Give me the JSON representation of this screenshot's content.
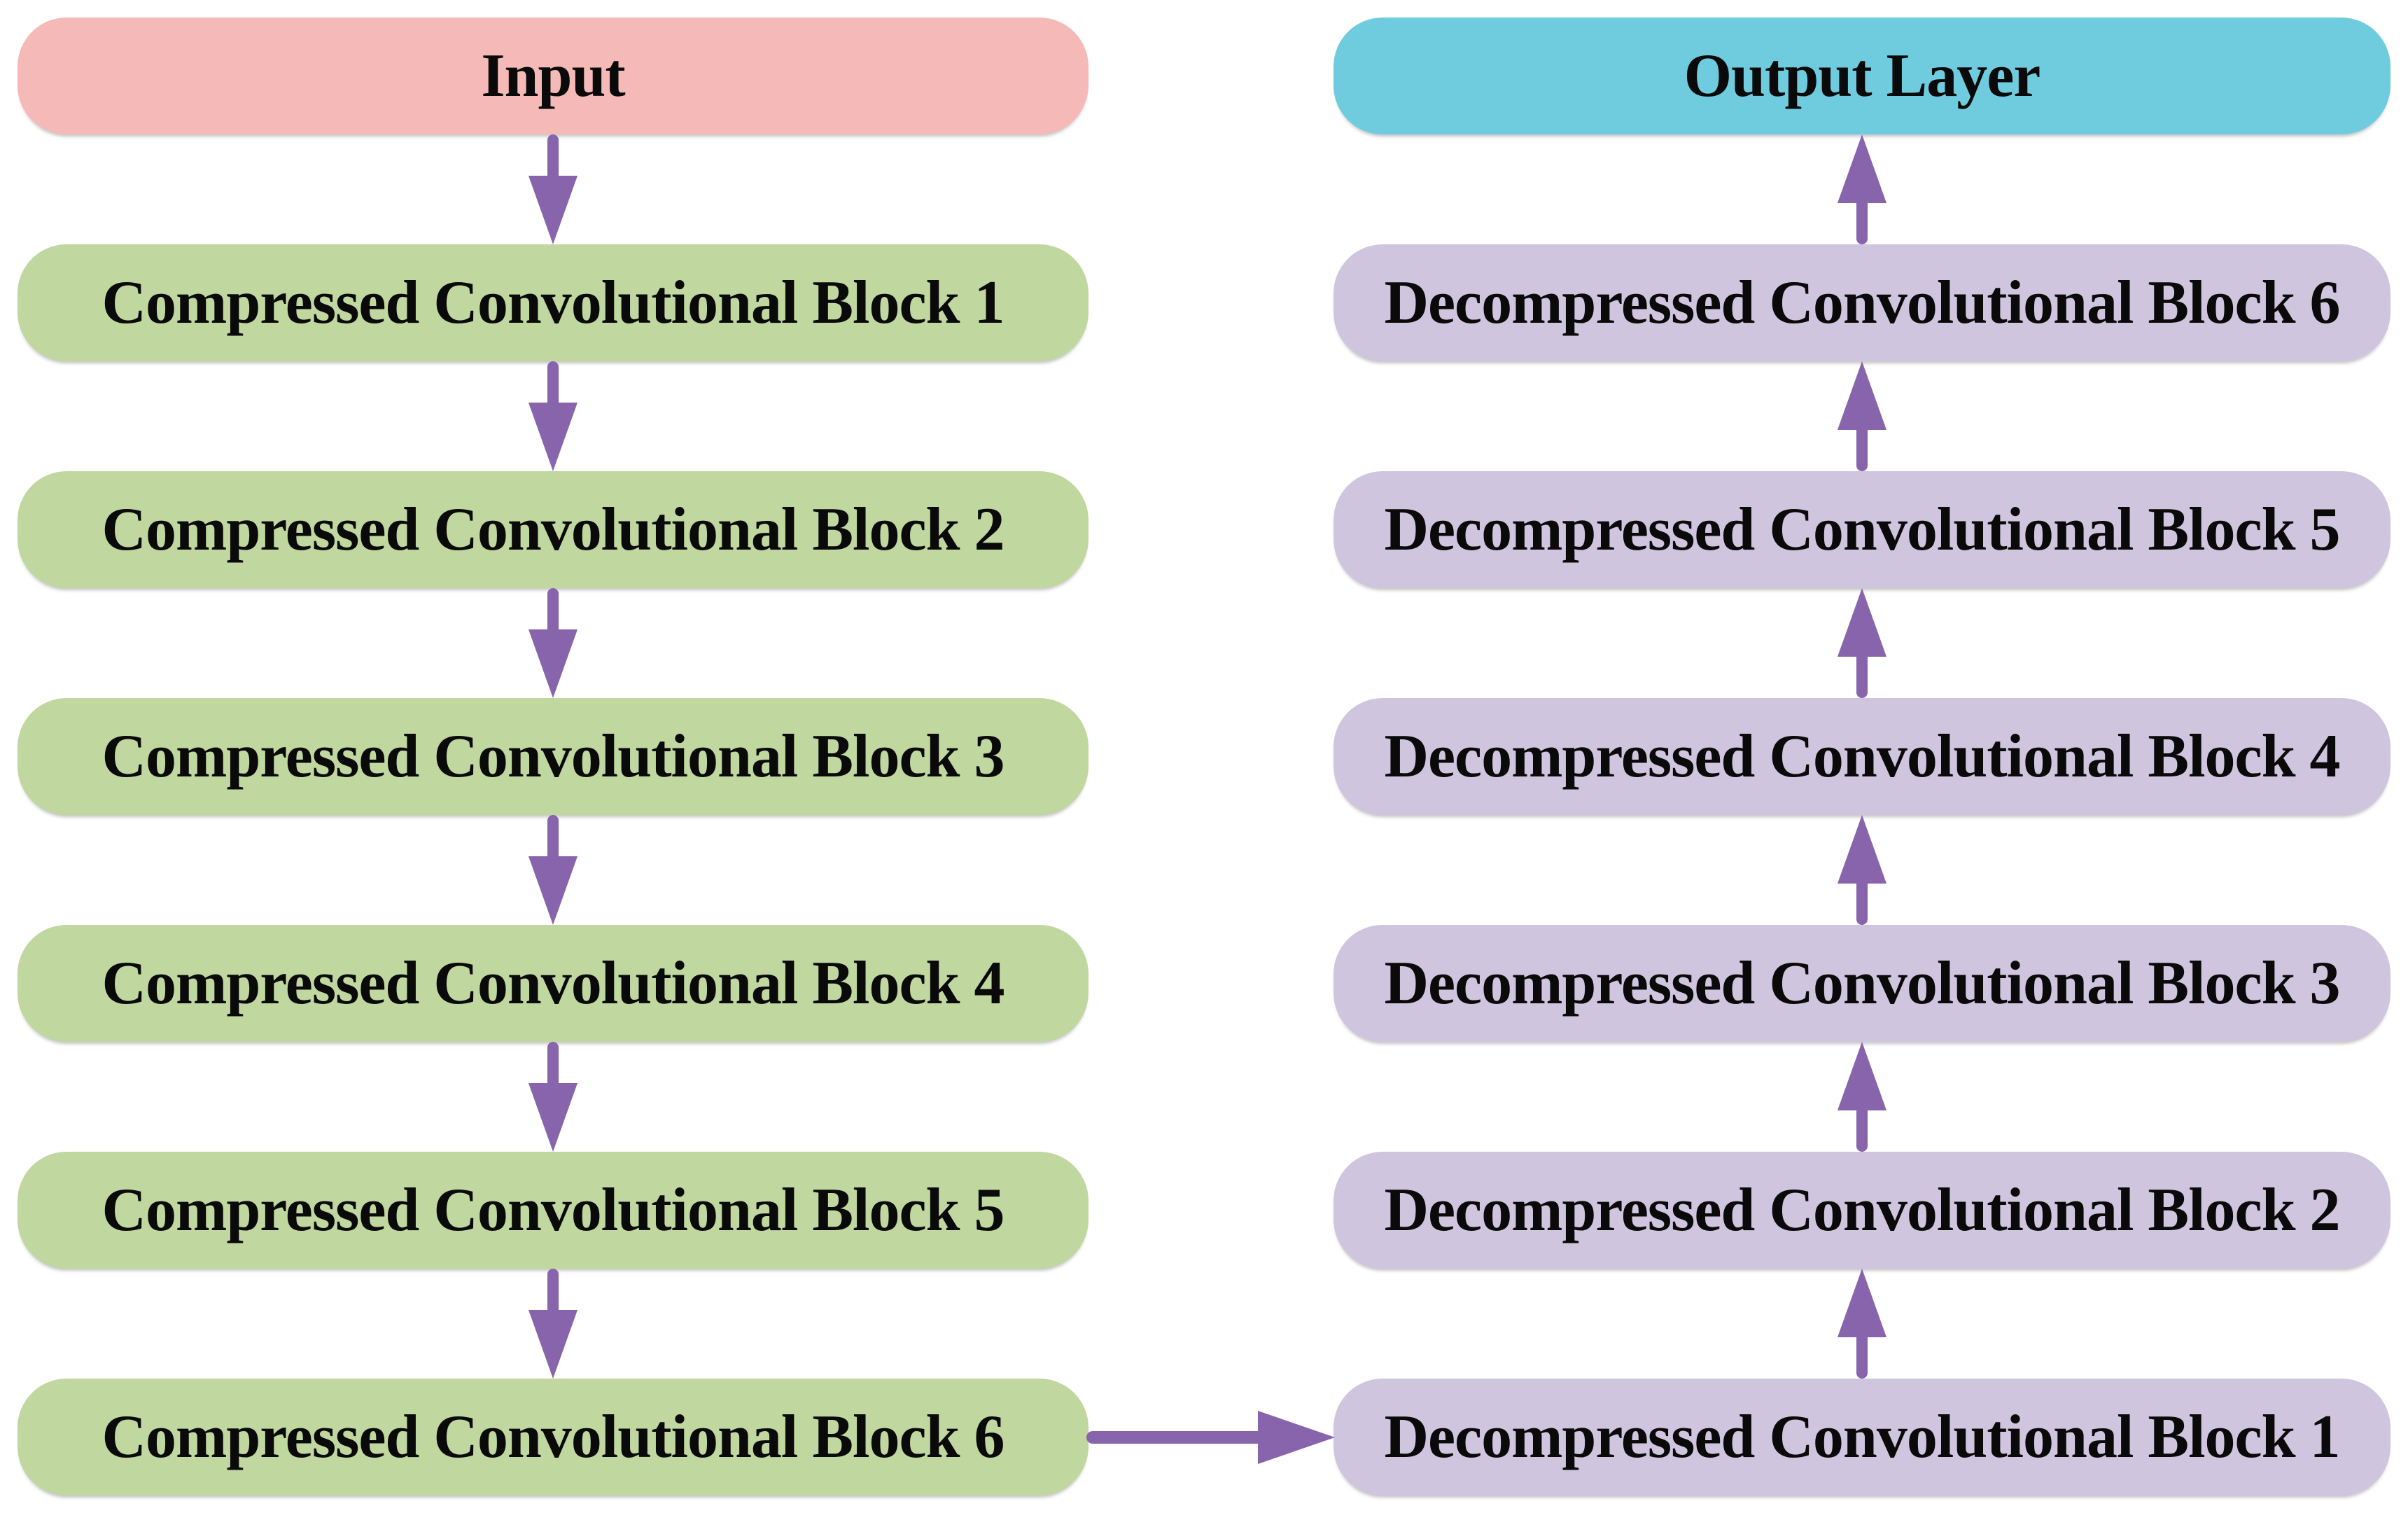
{
  "colors": {
    "canvas_bg": "#ffffff",
    "input_bg": "#f5bab7",
    "output_bg": "#6fccde",
    "encoder_block_bg": "#c0d7a0",
    "decoder_block_bg": "#d0c5de",
    "arrow_color": "#8764ab",
    "text_color": "#0a0a0a"
  },
  "encoder": {
    "input_label": "Input",
    "blocks": [
      "Compressed Convolutional Block 1",
      "Compressed Convolutional Block 2",
      "Compressed Convolutional Block 3",
      "Compressed Convolutional Block 4",
      "Compressed Convolutional Block 5",
      "Compressed Convolutional Block 6"
    ]
  },
  "decoder": {
    "output_label": "Output Layer",
    "blocks_top_to_bottom": [
      "Decompressed Convolutional Block 6",
      "Decompressed Convolutional Block 5",
      "Decompressed Convolutional Block 4",
      "Decompressed Convolutional Block 3",
      "Decompressed Convolutional Block 2",
      "Decompressed Convolutional Block 1"
    ]
  }
}
